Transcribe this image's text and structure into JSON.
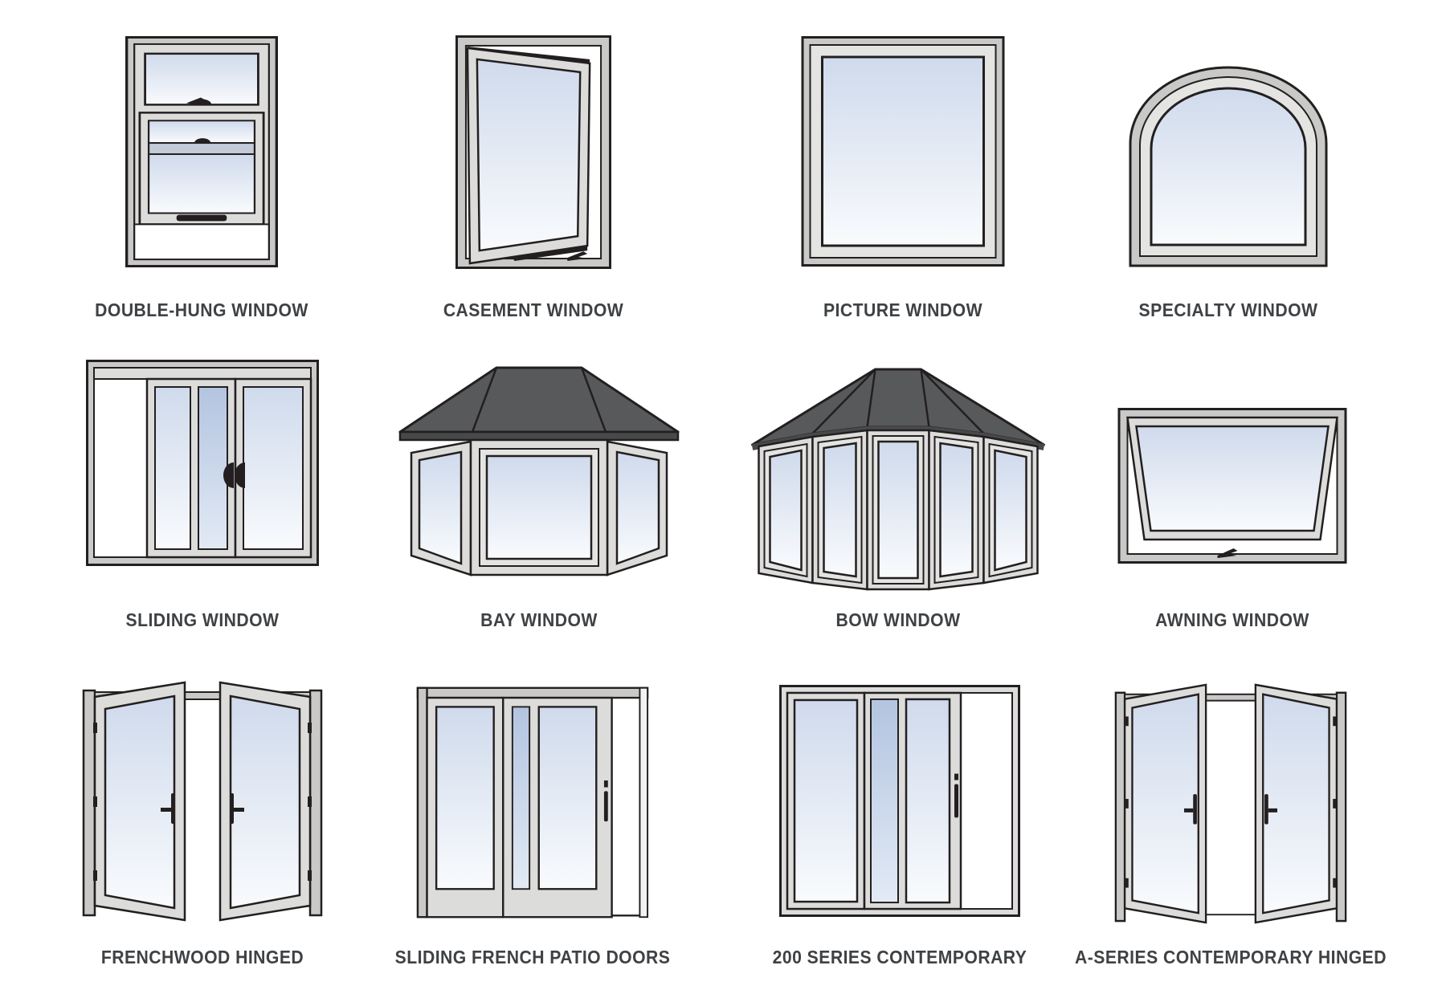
{
  "palette": {
    "outline": "#231f20",
    "frame_outer": "#c9c9c7",
    "frame_sash": "#dcdcda",
    "frame_inner_band": "#e4e4e2",
    "glass_top": "#cfdaec",
    "glass_bottom": "#f9fbfd",
    "glass_blue": "#b3c4e0",
    "roof": "#58595b",
    "roof_eave": "#47484a",
    "label_color": "#3f4245",
    "background": "#ffffff"
  },
  "items": [
    {
      "name": "double-hung-window",
      "label": "DOUBLE-HUNG WINDOW"
    },
    {
      "name": "casement-window",
      "label": "CASEMENT WINDOW"
    },
    {
      "name": "picture-window",
      "label": "PICTURE WINDOW"
    },
    {
      "name": "specialty-window",
      "label": "SPECIALTY WINDOW"
    },
    {
      "name": "sliding-window",
      "label": "SLIDING WINDOW"
    },
    {
      "name": "bay-window",
      "label": "BAY WINDOW"
    },
    {
      "name": "bow-window",
      "label": "BOW WINDOW"
    },
    {
      "name": "awning-window",
      "label": "AWNING WINDOW"
    },
    {
      "name": "frenchwood-hinged",
      "label": "FRENCHWOOD HINGED"
    },
    {
      "name": "sliding-french-patio-doors",
      "label": "SLIDING FRENCH PATIO DOORS"
    },
    {
      "name": "200-series-contemporary",
      "label": "200 SERIES CONTEMPORARY"
    },
    {
      "name": "a-series-contemporary-hinged",
      "label": "A-SERIES CONTEMPORARY HINGED"
    }
  ]
}
